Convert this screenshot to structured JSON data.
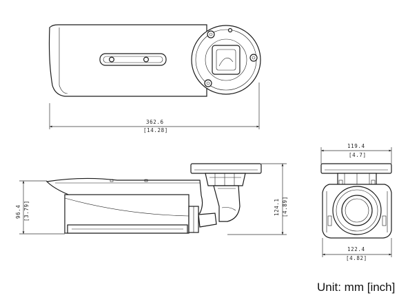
{
  "dimensions": {
    "top_length_mm": "362.6",
    "top_length_in": "[14.28]",
    "side_height_body_mm": "96.4",
    "side_height_body_in": "[3.79]",
    "side_height_total_mm": "124.1",
    "side_height_total_in": "[4.89]",
    "front_width_top_mm": "119.4",
    "front_width_top_in": "[4.7]",
    "front_width_bottom_mm": "122.4",
    "front_width_bottom_in": "[4.82]"
  },
  "units_label": "Unit: mm [inch]"
}
